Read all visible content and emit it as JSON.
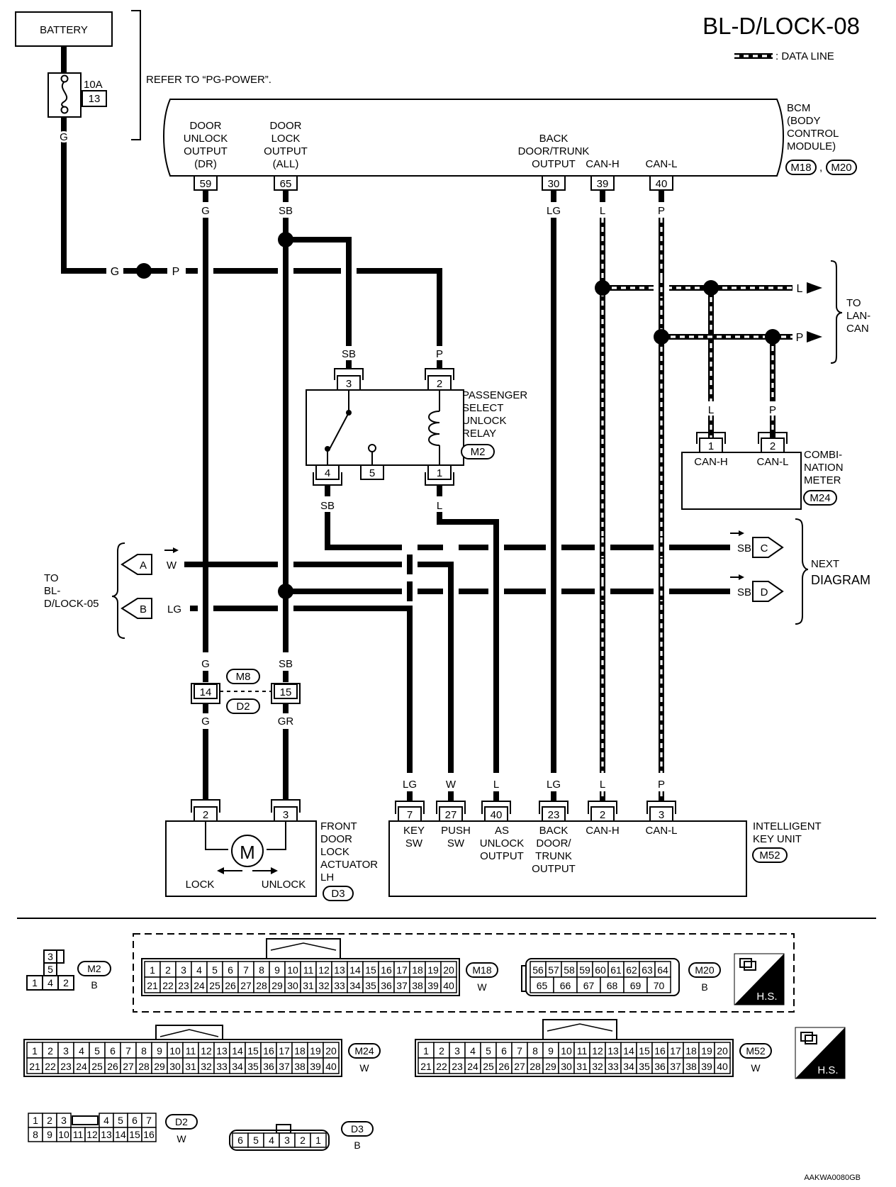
{
  "diagram_id": "BL-D/LOCK-08",
  "legend": {
    "data_line": ": DATA LINE"
  },
  "battery": {
    "label": "BATTERY",
    "fuse_amp": "10A",
    "fuse_no": "13",
    "wire": "G",
    "refer": "REFER TO “PG-POWER”."
  },
  "bcm": {
    "name": [
      "BCM",
      "(BODY",
      "CONTROL",
      "MODULE)"
    ],
    "connectors": [
      "M18",
      "M20"
    ],
    "terms": [
      {
        "label": [
          "DOOR",
          "UNLOCK",
          "OUTPUT",
          "(DR)"
        ],
        "pin": "59",
        "wire": "G"
      },
      {
        "label": [
          "DOOR",
          "LOCK",
          "OUTPUT",
          "(ALL)"
        ],
        "pin": "65",
        "wire": "SB"
      },
      {
        "label": [
          "BACK",
          "DOOR/TRUNK",
          "OUTPUT"
        ],
        "pin": "30",
        "wire": "LG"
      },
      {
        "label": [
          "CAN-H"
        ],
        "pin": "39",
        "wire": "L"
      },
      {
        "label": [
          "CAN-L"
        ],
        "pin": "40",
        "wire": "P"
      }
    ]
  },
  "power_line": {
    "left": "G",
    "right": "P"
  },
  "relay": {
    "name": [
      "PASSENGER",
      "SELECT",
      "UNLOCK",
      "RELAY"
    ],
    "connector": "M2",
    "pin3": "3",
    "pin3_wire": "SB",
    "pin2": "2",
    "pin2_wire": "P",
    "pin4": "4",
    "pin4_wire": "SB",
    "pin5": "5",
    "pin1": "1",
    "pin1_wire": "L"
  },
  "lan": {
    "l": "L",
    "p": "P",
    "to": [
      "TO",
      "LAN-",
      "CAN"
    ]
  },
  "meter": {
    "name": [
      "COMBI-",
      "NATION",
      "METER"
    ],
    "connector": "M24",
    "pins": [
      {
        "pin": "1",
        "label": "CAN-H",
        "wire": "L"
      },
      {
        "pin": "2",
        "label": "CAN-L",
        "wire": "P"
      }
    ]
  },
  "next": {
    "c": "C",
    "d": "D",
    "wire_c": "SB",
    "wire_d": "SB",
    "label": [
      "NEXT",
      "DIAGRAM"
    ]
  },
  "prev": {
    "a": "A",
    "b": "B",
    "wire_a": "W",
    "wire_b": "LG",
    "label": [
      "TO",
      "BL-",
      "D/LOCK-05"
    ]
  },
  "joint": {
    "c1": "M8",
    "c2": "D2",
    "pin14": "14",
    "pin15": "15",
    "g_top": "G",
    "sb_top": "SB",
    "g_bot": "G",
    "gr_bot": "GR"
  },
  "actuator": {
    "name": [
      "FRONT",
      "DOOR",
      "LOCK",
      "ACTUATOR",
      "LH"
    ],
    "connector": "D3",
    "pin2": "2",
    "pin3": "3",
    "motor": "M",
    "lock": "LOCK",
    "unlock": "UNLOCK"
  },
  "iku": {
    "name": [
      "INTELLIGENT",
      "KEY UNIT"
    ],
    "connector": "M52",
    "terms": [
      {
        "pin": "7",
        "wire": "LG",
        "label": [
          "KEY",
          "SW"
        ]
      },
      {
        "pin": "27",
        "wire": "W",
        "label": [
          "PUSH",
          "SW"
        ]
      },
      {
        "pin": "40",
        "wire": "L",
        "label": [
          "AS",
          "UNLOCK",
          "OUTPUT"
        ]
      },
      {
        "pin": "23",
        "wire": "LG",
        "label": [
          "BACK",
          "DOOR/",
          "TRUNK",
          "OUTPUT"
        ]
      },
      {
        "pin": "2",
        "wire": "L",
        "label": [
          "CAN-H"
        ]
      },
      {
        "pin": "3",
        "wire": "P",
        "label": [
          "CAN-L"
        ]
      }
    ]
  },
  "connector_views": {
    "m2": {
      "id": "M2",
      "color": "B",
      "cells": [
        "3",
        "5",
        "1",
        "4",
        "2"
      ]
    },
    "m18": {
      "id": "M18",
      "color": "W",
      "top": [
        "1",
        "2",
        "3",
        "4",
        "5",
        "6",
        "7",
        "8",
        "9",
        "10",
        "11",
        "12",
        "13",
        "14",
        "15",
        "16",
        "17",
        "18",
        "19",
        "20"
      ],
      "bot": [
        "21",
        "22",
        "23",
        "24",
        "25",
        "26",
        "27",
        "28",
        "29",
        "30",
        "31",
        "32",
        "33",
        "34",
        "35",
        "36",
        "37",
        "38",
        "39",
        "40"
      ]
    },
    "m20": {
      "id": "M20",
      "color": "B",
      "top": [
        "56",
        "57",
        "58",
        "59",
        "60",
        "61",
        "62",
        "63",
        "64"
      ],
      "bot": [
        "65",
        "66",
        "67",
        "68",
        "69",
        "70"
      ]
    },
    "m24": {
      "id": "M24",
      "color": "W",
      "top": [
        "1",
        "2",
        "3",
        "4",
        "5",
        "6",
        "7",
        "8",
        "9",
        "10",
        "11",
        "12",
        "13",
        "14",
        "15",
        "16",
        "17",
        "18",
        "19",
        "20"
      ],
      "bot": [
        "21",
        "22",
        "23",
        "24",
        "25",
        "26",
        "27",
        "28",
        "29",
        "30",
        "31",
        "32",
        "33",
        "34",
        "35",
        "36",
        "37",
        "38",
        "39",
        "40"
      ]
    },
    "m52": {
      "id": "M52",
      "color": "W",
      "top": [
        "1",
        "2",
        "3",
        "4",
        "5",
        "6",
        "7",
        "8",
        "9",
        "10",
        "11",
        "12",
        "13",
        "14",
        "15",
        "16",
        "17",
        "18",
        "19",
        "20"
      ],
      "bot": [
        "21",
        "22",
        "23",
        "24",
        "25",
        "26",
        "27",
        "28",
        "29",
        "30",
        "31",
        "32",
        "33",
        "34",
        "35",
        "36",
        "37",
        "38",
        "39",
        "40"
      ]
    },
    "d2": {
      "id": "D2",
      "color": "W",
      "top": [
        "1",
        "2",
        "3",
        "4",
        "5",
        "6",
        "7"
      ],
      "bot": [
        "8",
        "9",
        "10",
        "11",
        "12",
        "13",
        "14",
        "15",
        "16"
      ]
    },
    "d3": {
      "id": "D3",
      "color": "B",
      "cells": [
        "6",
        "5",
        "4",
        "3",
        "2",
        "1"
      ]
    },
    "hs": "H.S."
  },
  "footer_code": "AAKWA0080GB"
}
